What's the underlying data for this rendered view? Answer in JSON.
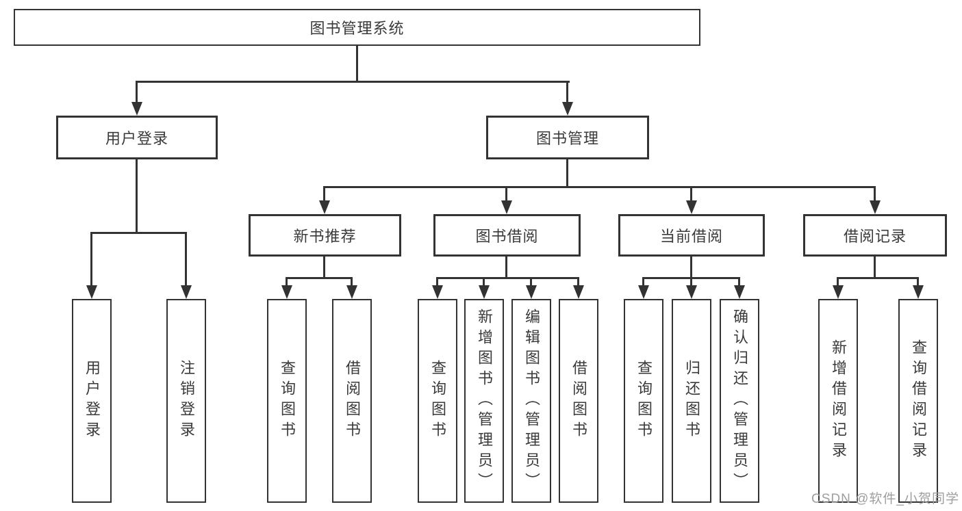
{
  "tree": {
    "label": "图书管理系统",
    "children": [
      {
        "label": "用户登录",
        "children": [
          {
            "label": "用户登录"
          },
          {
            "label": "注销登录"
          }
        ]
      },
      {
        "label": "图书管理",
        "children": [
          {
            "label": "新书推荐",
            "children": [
              {
                "label": "查询图书"
              },
              {
                "label": "借阅图书"
              }
            ]
          },
          {
            "label": "图书借阅",
            "children": [
              {
                "label": "查询图书"
              },
              {
                "label": "新增图书（管理员）"
              },
              {
                "label": "编辑图书（管理员）"
              },
              {
                "label": "借阅图书"
              }
            ]
          },
          {
            "label": "当前借阅",
            "children": [
              {
                "label": "查询图书"
              },
              {
                "label": "归还图书"
              },
              {
                "label": "确认归还（管理员）"
              }
            ]
          },
          {
            "label": "借阅记录",
            "children": [
              {
                "label": "新增借阅记录"
              },
              {
                "label": "查询借阅记录"
              }
            ]
          }
        ]
      }
    ]
  },
  "watermark": {
    "text": "CSDN @软件_小贺同学"
  },
  "colors": {
    "line": "#333333",
    "text": "#3a3a3a",
    "box_fill": "#ffffff",
    "watermark": "#9e9e9e"
  }
}
